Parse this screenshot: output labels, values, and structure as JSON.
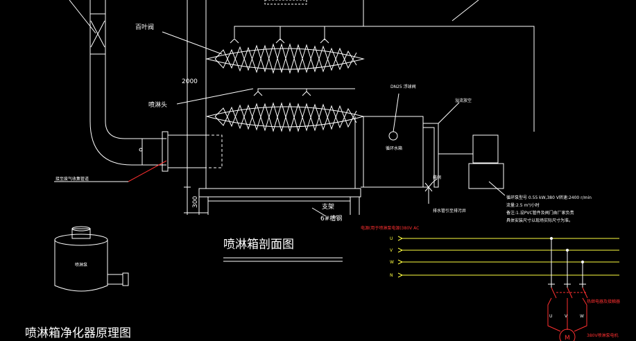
{
  "labels": {
    "louver": "百叶阀",
    "nozzle": "喷淋头",
    "height_2000": "2000",
    "height_300": "300",
    "dn25_valve": "DN25 浮球阀",
    "overflow": "溢流放空",
    "water_tank": "循环水箱",
    "exhaust_inlet": "接至废气收集管道",
    "stand": "支架",
    "stand_spec": "6#槽钢",
    "drain_valve": "排阀",
    "drain_note": "排水管引至排污井",
    "pump_note_1": "循环泵型号 0.55 kW,380 V转速:2400 r/min",
    "pump_note_2": "流量:2.5 m³/小时",
    "pump_note_3": "备注:1.设PVC管件及阀门由厂家负责",
    "pump_note_4": "具体安装尺寸以现场实际尺寸为准。",
    "section_title": "喷淋箱剖面图",
    "principle_title": "喷淋箱净化器原理图",
    "pump_icon_label": "喷淋泵",
    "power_title": "电源(用于喷淋泵电源)380V  AC",
    "phase_u": "U",
    "phase_v": "V",
    "phase_w": "W",
    "phase_n": "N",
    "contactor": "热继电器及接触器",
    "motor": "M",
    "motor_u": "U",
    "motor_v": "V",
    "motor_w": "W",
    "motor_note": "380V喷淋泵电机"
  },
  "colors": {
    "line": "#ffffff",
    "power": "#ffff40",
    "control": "#ff3030",
    "leader": "#ff3030"
  }
}
